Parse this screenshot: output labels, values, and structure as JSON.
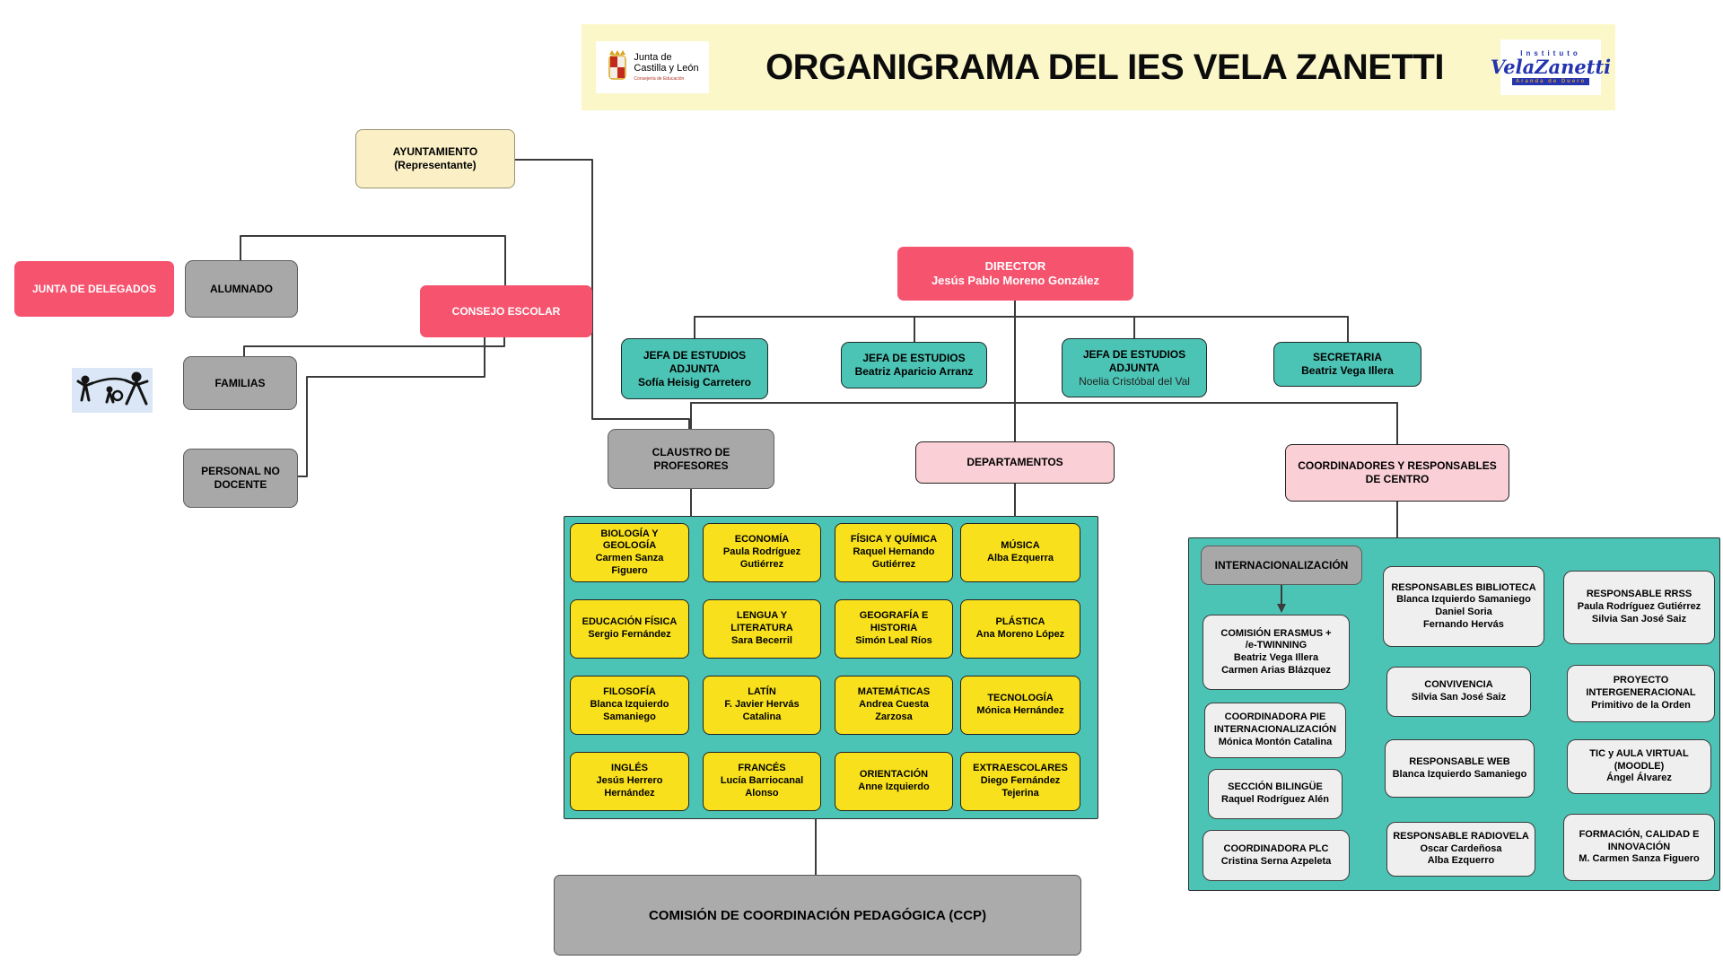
{
  "header": {
    "title": "ORGANIGRAMA DEL IES VELA ZANETTI",
    "junta_logo": {
      "line1": "Junta de",
      "line2": "Castilla y León",
      "sub": "Consejería de Educación"
    },
    "vela_logo": {
      "top": "Instituto",
      "name": "VelaZanetti",
      "sub": "Aranda de Duero"
    }
  },
  "org": {
    "ayuntamiento": "AYUNTAMIENTO\n(Representante)",
    "junta_delegados": "JUNTA DE DELEGADOS",
    "alumnado": "ALUMNADO",
    "consejo": "CONSEJO ESCOLAR",
    "familias": "FAMILIAS",
    "personal_no_docente": "PERSONAL NO\nDOCENTE",
    "director": {
      "title": "DIRECTOR",
      "name": "Jesús Pablo Moreno González"
    },
    "jefa1": {
      "title": "JEFA DE ESTUDIOS ADJUNTA",
      "name": "Sofía Heisig Carretero"
    },
    "jefa2": {
      "title": "JEFA DE ESTUDIOS",
      "name": "Beatriz Aparicio Arranz"
    },
    "jefa3": {
      "title": "JEFA DE ESTUDIOS ADJUNTA",
      "name": "Noelia Cristóbal del Val"
    },
    "secretaria": {
      "title": "SECRETARIA",
      "name": "Beatriz Vega Illera"
    },
    "claustro": "CLAUSTRO DE\nPROFESORES",
    "departamentos": "DEPARTAMENTOS",
    "coordinadores": "COORDINADORES Y RESPONSABLES\nDE CENTRO",
    "ccp": "COMISIÓN DE COORDINACIÓN PEDAGÓGICA (CCP)"
  },
  "departments": [
    {
      "title": "BIOLOGÍA Y GEOLOGÍA",
      "name": "Carmen Sanza Figuero"
    },
    {
      "title": "ECONOMÍA",
      "name": "Paula Rodríguez Gutiérrez"
    },
    {
      "title": "FÍSICA Y QUÍMICA",
      "name": "Raquel Hernando Gutiérrez"
    },
    {
      "title": "MÚSICA",
      "name": "Alba Ezquerra"
    },
    {
      "title": "EDUCACIÓN FÍSICA",
      "name": "Sergio Fernández"
    },
    {
      "title": "LENGUA Y LITERATURA",
      "name": "Sara Becerril"
    },
    {
      "title": "GEOGRAFÍA E HISTORIA",
      "name": "Simón Leal Ríos"
    },
    {
      "title": "PLÁSTICA",
      "name": "Ana Moreno López"
    },
    {
      "title": "FILOSOFÍA",
      "name": "Blanca Izquierdo Samaniego"
    },
    {
      "title": "LATÍN",
      "name": "F. Javier Hervás Catalina"
    },
    {
      "title": "MATEMÁTICAS",
      "name": "Andrea Cuesta Zarzosa"
    },
    {
      "title": "TECNOLOGÍA",
      "name": "Mónica Hernández"
    },
    {
      "title": "INGLÉS",
      "name": "Jesús Herrero Hernández"
    },
    {
      "title": "FRANCÉS",
      "name": "Lucía Barriocanal Alonso"
    },
    {
      "title": "ORIENTACIÓN",
      "name": "Anne Izquierdo"
    },
    {
      "title": "EXTRAESCOLARES",
      "name": "Diego Fernández Tejerina"
    }
  ],
  "coordinators": {
    "internacionalizacion": "INTERNACIONALIZACIÓN",
    "col1": [
      "COMISIÓN ERASMUS +\n/e-TWINNING\nBeatriz Vega Illera\nCarmen Arias Blázquez",
      "COORDINADORA PIE\nINTERNACIONALIZACIÓN\nMónica Montón Catalina",
      "SECCIÓN BILINGÜE\nRaquel Rodríguez Alén",
      "COORDINADORA PLC\nCristina Serna Azpeleta"
    ],
    "col2": [
      "RESPONSABLES BIBLIOTECA\nBlanca Izquierdo Samaniego\nDaniel Soria\nFernando Hervás",
      "CONVIVENCIA\nSilvia San José Saiz",
      "RESPONSABLE WEB\nBlanca Izquierdo Samaniego",
      "RESPONSABLE RADIOVELA\nOscar Cardeñosa\nAlba Ezquerro"
    ],
    "col3": [
      "RESPONSABLE RRSS\nPaula Rodríguez Gutiérrez\nSilvia San José Saiz",
      "PROYECTO\nINTERGENERACIONAL\nPrimitivo de la Orden",
      "TIC y AULA VIRTUAL\n(MOODLE)\nÁngel Álvarez",
      "FORMACIÓN, CALIDAD E\nINNOVACIÓN\nM. Carmen Sanza Figuero"
    ]
  },
  "colors": {
    "accent_red": "#f5536e",
    "teal": "#4cc4b5",
    "yellow": "#f8e11c",
    "pink": "#fad0d6",
    "gray": "#a8a8a8",
    "header_bg": "#fbf7c9",
    "cream": "#fbf0c5",
    "line": "#3b3b3b",
    "logo_blue": "#2434ae"
  }
}
